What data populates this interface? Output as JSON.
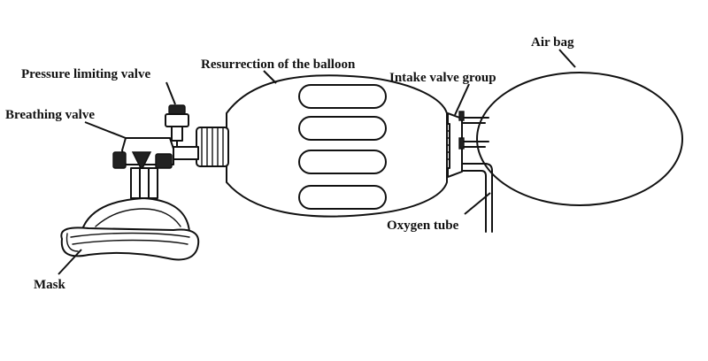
{
  "labels": {
    "pressure_limiting_valve": "Pressure limiting valve",
    "resurrection_balloon": "Resurrection of the balloon",
    "air_bag": "Air bag",
    "intake_valve_group": "Intake valve group",
    "breathing_valve": "Breathing valve",
    "oxygen_tube": "Oxygen tube",
    "mask": "Mask"
  },
  "colors": {
    "line": "#111111",
    "background": "#ffffff"
  }
}
